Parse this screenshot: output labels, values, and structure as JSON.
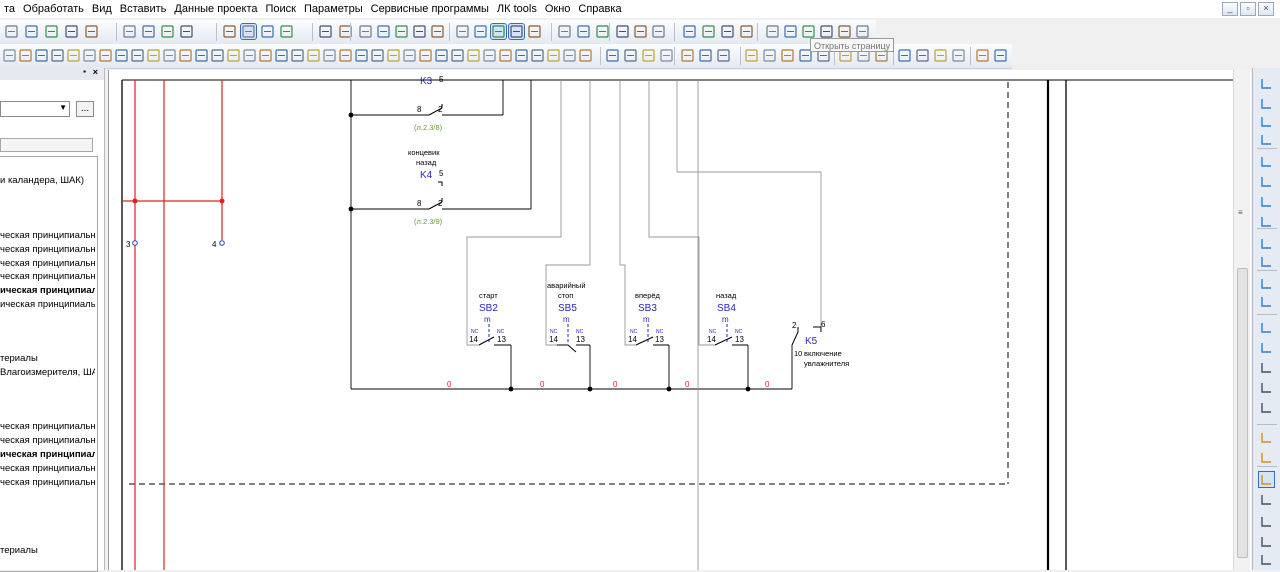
{
  "menu": [
    "та",
    "Обработать",
    "Вид",
    "Вставить",
    "Данные проекта",
    "Поиск",
    "Параметры",
    "Сервисные программы",
    "ЛК tools",
    "Окно",
    "Справка"
  ],
  "window_controls": [
    "minimize-icon",
    "restore-icon",
    "close-icon"
  ],
  "tooltip": "Открыть страницу",
  "left_panel": {
    "close": "×",
    "pin": "▪",
    "combo_value": "",
    "browse_label": "...",
    "tree": [
      {
        "label": "и каландера, ШАК)",
        "bold": false
      },
      {
        "label": "ческая принципиальн",
        "bold": false
      },
      {
        "label": "ческая принципиальн",
        "bold": false
      },
      {
        "label": "ческая принципиальн",
        "bold": false
      },
      {
        "label": "ческая принципиальн",
        "bold": false
      },
      {
        "label": "ическая принципиал",
        "bold": true
      },
      {
        "label": "ическая принципиальн",
        "bold": false
      },
      {
        "label": "териалы",
        "bold": false
      },
      {
        "label": "Влагоизмерителя, ШАК",
        "bold": false
      },
      {
        "label": "ческая принципиальн",
        "bold": false
      },
      {
        "label": "ческая принципиальн",
        "bold": false
      },
      {
        "label": "ическая принципиал",
        "bold": true
      },
      {
        "label": "ческая принципиальн",
        "bold": false
      },
      {
        "label": "ческая принципиальн",
        "bold": false
      },
      {
        "label": "териалы",
        "bold": false
      }
    ]
  },
  "schematic": {
    "top_ref": "K3",
    "top_pin": "5",
    "contact1": {
      "pin_left": "8",
      "pin_right": "2",
      "ref": "(л.2.3/8)"
    },
    "limit_switch": {
      "title_line1": "концевик",
      "title_line2": "назад",
      "tag": "K4",
      "pin": "5"
    },
    "contact2": {
      "pin_left": "8",
      "pin_right": "2",
      "ref": "(л.2.3/9)"
    },
    "terminals": [
      "3",
      "4"
    ],
    "buttons": [
      {
        "title1": "",
        "title2": "старт",
        "tag": "SB2",
        "nc1": "NC",
        "nc2": "NC",
        "p1": "14",
        "p2": "13"
      },
      {
        "title1": "аварийный",
        "title2": "стоп",
        "tag": "SB5",
        "nc1": "NC",
        "nc2": "NC",
        "p1": "14",
        "p2": "13"
      },
      {
        "title1": "",
        "title2": "вперёд",
        "tag": "SB3",
        "nc1": "NC",
        "nc2": "NC",
        "p1": "14",
        "p2": "13"
      },
      {
        "title1": "",
        "title2": "назад",
        "tag": "SB4",
        "nc1": "NC",
        "nc2": "NC",
        "p1": "14",
        "p2": "13"
      }
    ],
    "relay": {
      "pin_a": "2",
      "pin_b": "6",
      "pin_c": "10",
      "tag": "K5",
      "desc1": "включение",
      "desc2": "увлажнителя"
    },
    "wire_labels": [
      "0",
      "0",
      "0",
      "0",
      "0"
    ]
  },
  "colors": {
    "tag_blue": "#2626c8",
    "ref_green": "#6a9a3a",
    "wire_red": "#e02020",
    "terminal_blue": "#3040c0"
  }
}
